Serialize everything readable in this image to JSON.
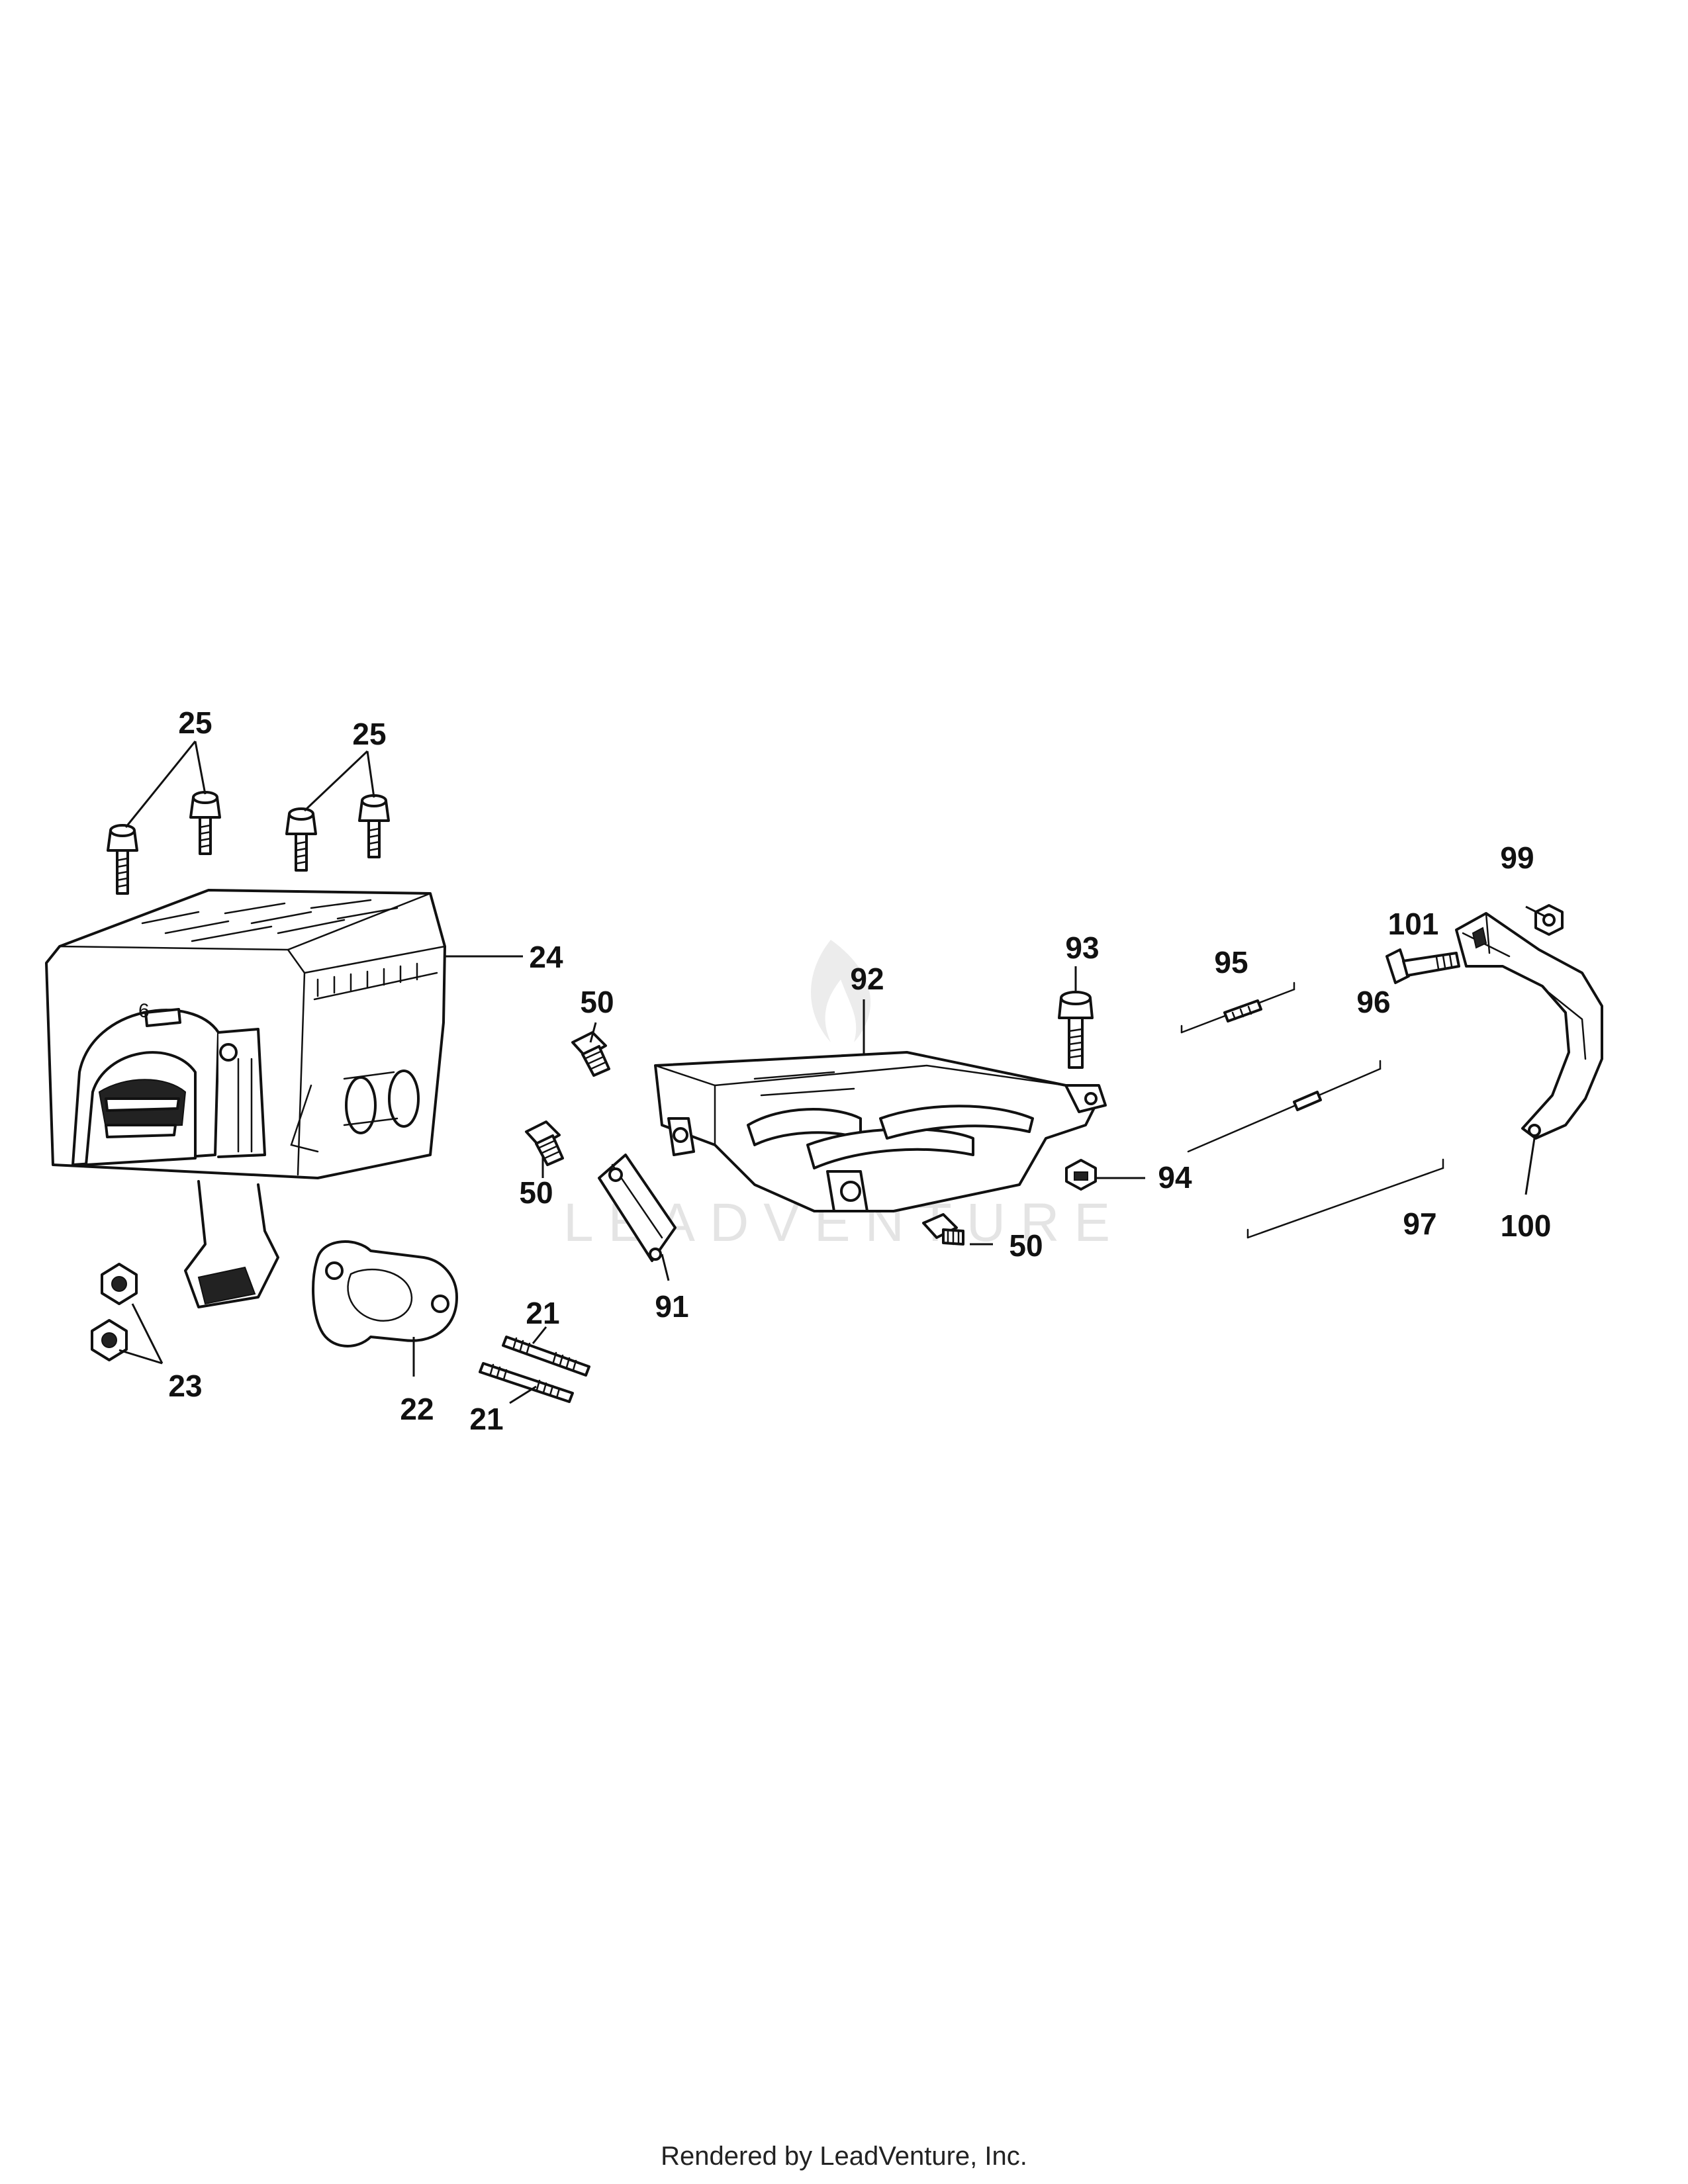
{
  "diagram": {
    "callouts": {
      "c25a": "25",
      "c25b": "25",
      "c24": "24",
      "c50a": "50",
      "c50b": "50",
      "c50c": "50",
      "c92": "92",
      "c93": "93",
      "c95": "95",
      "c96": "96",
      "c97": "97",
      "c94": "94",
      "c91": "91",
      "c101": "101",
      "c99": "99",
      "c100": "100",
      "c23": "23",
      "c22": "22",
      "c21a": "21",
      "c21b": "21"
    },
    "muffler_mark": "6",
    "watermark": "LEADVENTURE"
  },
  "footer": {
    "credit": "Rendered by LeadVenture, Inc."
  }
}
